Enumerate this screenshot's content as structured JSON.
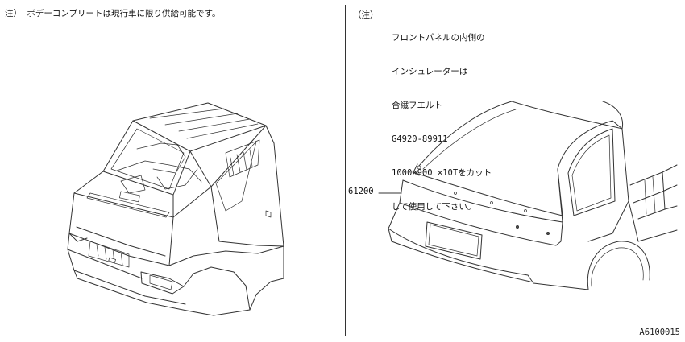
{
  "left_panel": {
    "note": "注） ボデーコンプリートは現行車に限り供給可能です。"
  },
  "right_panel": {
    "note_label": "（注）",
    "note_lines": [
      "フロントパネルの内側の",
      "インシュレーターは",
      "合繊フエルト",
      "G4920-89911",
      "1000×900 ×10Tをカット",
      "して使用して下さい。"
    ],
    "part_number": "61200"
  },
  "diagram_code": "A6100015"
}
